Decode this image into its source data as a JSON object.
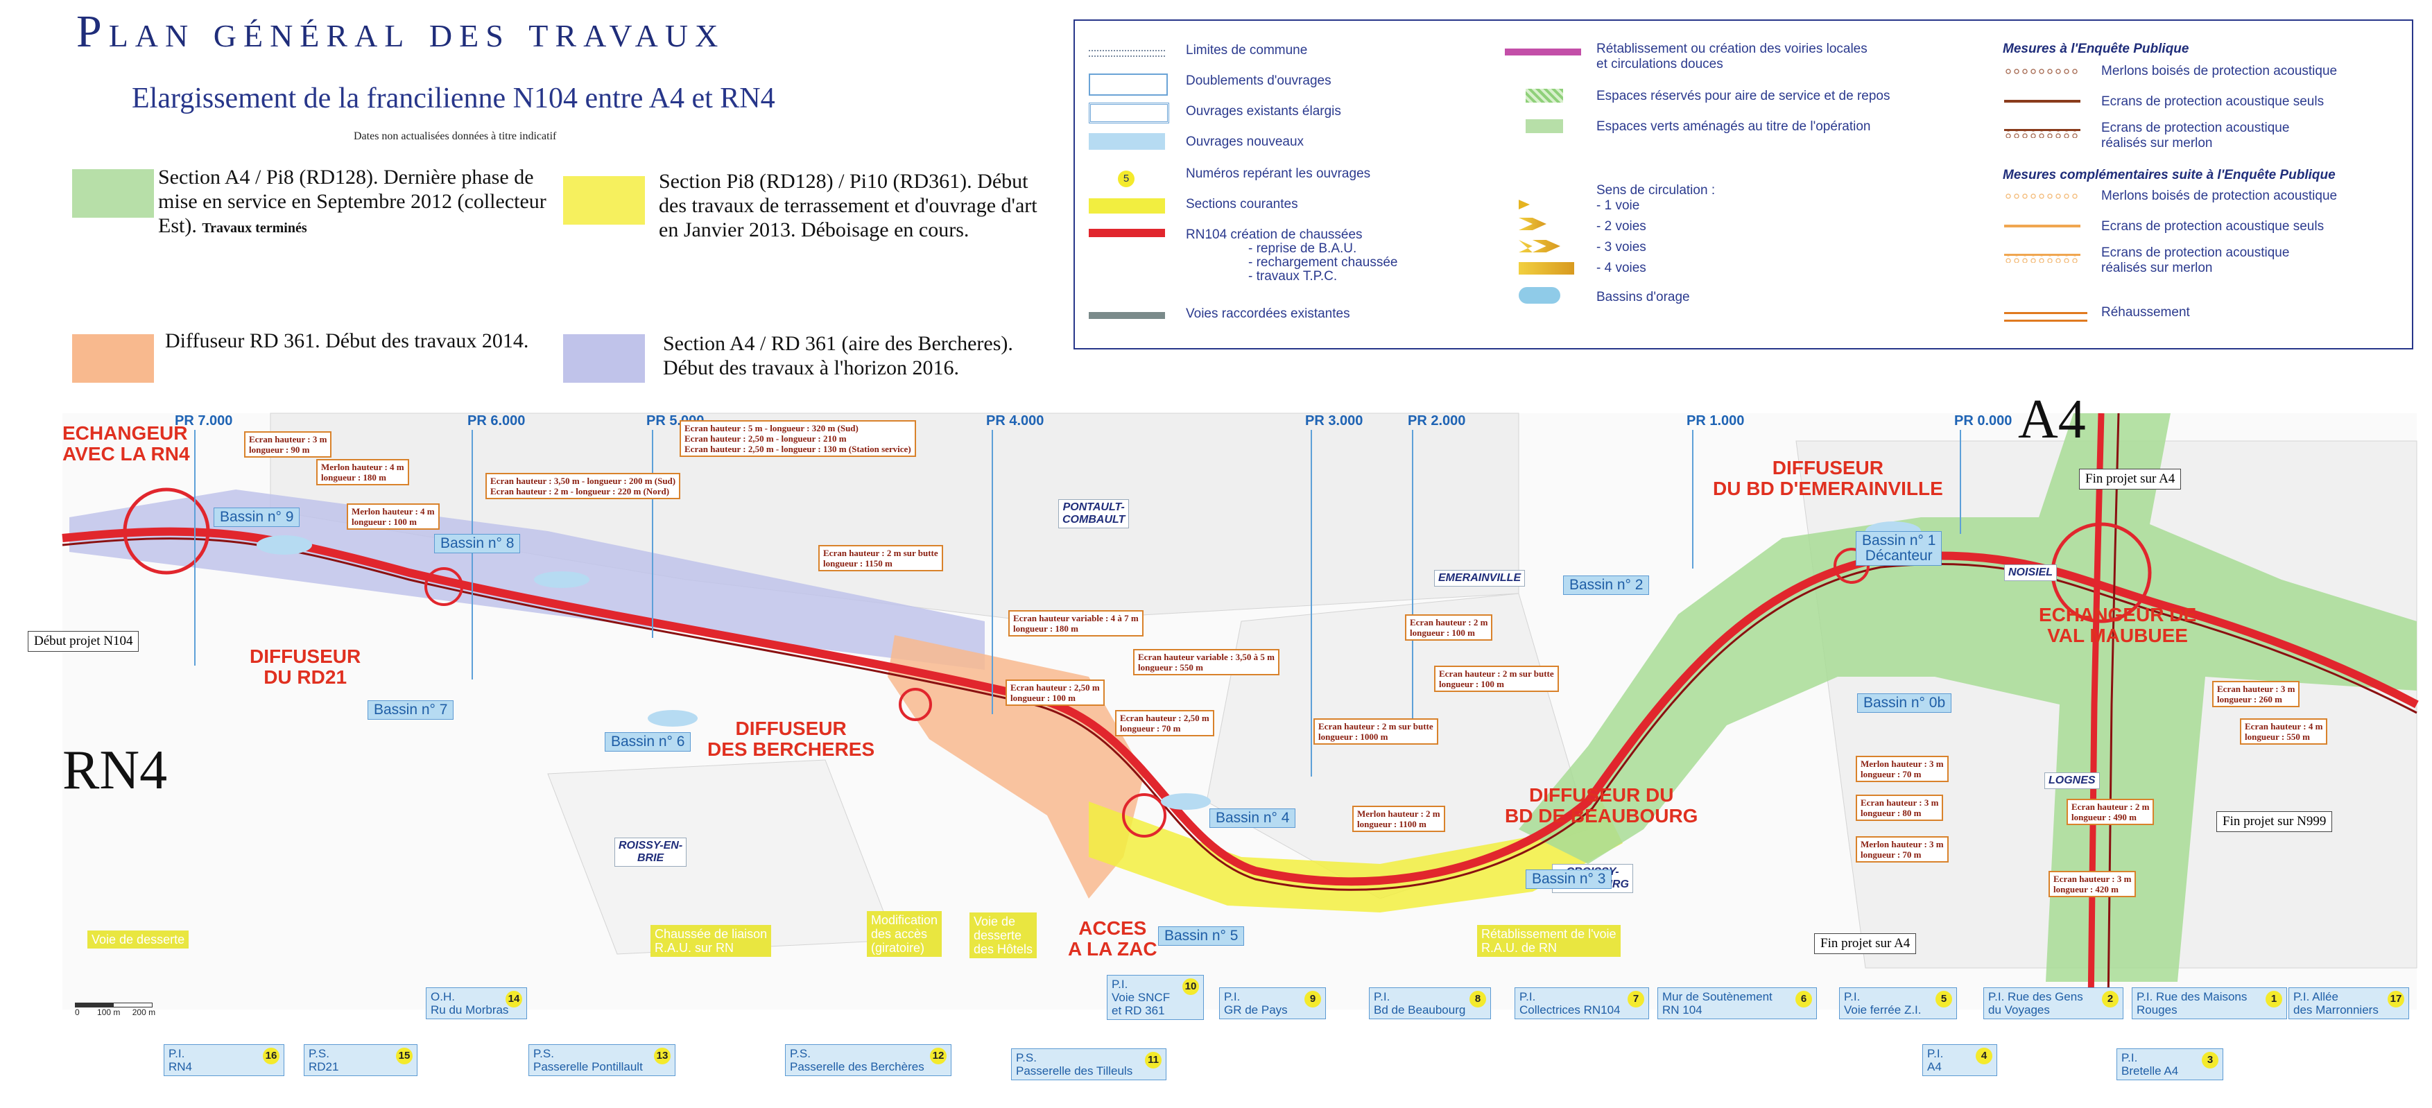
{
  "header": {
    "title": "Plan général des travaux",
    "subtitle": "Elargissement de la francilienne N104 entre A4 et RN4",
    "note": "Dates non actualisées données à titre indicatif"
  },
  "sections": [
    {
      "text": "Section A4 / Pi8 (RD128). Dernière phase de mise en service en Septembre 2012 (collecteur Est).",
      "bold": "Travaux terminés",
      "color": "#b7dfa8"
    },
    {
      "text": "Section Pi8 (RD128) / Pi10 (RD361). Début des travaux de terrassement et d'ouvrage d'art en Janvier 2013. Déboisage en cours.",
      "bold": "",
      "color": "#f6f05e"
    },
    {
      "text": "Diffuseur RD 361. Début des travaux 2014.",
      "bold": "",
      "color": "#f8b98e"
    },
    {
      "text": "Section A4 / RD 361 (aire des Bercheres). Début des travaux à l'horizon 2016.",
      "bold": "",
      "color": "#c0c3ea"
    }
  ],
  "legend": {
    "col1": [
      "Limites de commune",
      "Doublements d'ouvrages",
      "Ouvrages existants élargis",
      "Ouvrages nouveaux",
      "Numéros repérant les ouvrages",
      "Sections courantes",
      "RN104 création de chaussées",
      "- reprise de B.A.U.",
      "- rechargement chaussée",
      "- travaux T.P.C.",
      "Voies raccordées existantes"
    ],
    "col1_badge": "5",
    "col2": [
      "Rétablissement ou création des voiries locales",
      "et circulations douces",
      "Espaces réservés pour aire de service et de repos",
      "Espaces verts aménagés au titre de l'opération",
      "Sens de circulation :",
      "- 1 voie",
      "- 2 voies",
      "- 3 voies",
      "- 4 voies",
      "Bassins d'orage"
    ],
    "col3_head1": "Mesures à l'Enquête Publique",
    "col3_head2": "Mesures complémentaires suite à l'Enquête Publique",
    "col3": [
      "Merlons boisés de protection acoustique",
      "Ecrans de protection acoustique seuls",
      "Ecrans de protection acoustique",
      "réalisés sur merlon",
      "Merlons boisés de protection acoustique",
      "Ecrans de protection acoustique seuls",
      "Ecrans de protection acoustique",
      "réalisés sur merlon",
      "Réhaussement"
    ],
    "colors": {
      "road": "#e1262d",
      "green": "#9fd88a",
      "yellow": "#f2ee40",
      "orange": "#f8a66e",
      "purple": "#b9bde8",
      "water": "#b6dbf2",
      "magenta": "#c34fa8",
      "brown": "#8a3c1c",
      "light_orange": "#f0a650"
    }
  },
  "map": {
    "pr": [
      "PR 7.000",
      "PR 6.000",
      "PR 5.000",
      "PR 4.000",
      "PR 3.000",
      "PR 2.000",
      "PR 1.000",
      "PR 0.000"
    ],
    "big_labels": {
      "rn4": "RN4",
      "a4": "A4"
    },
    "red_labels": [
      "ECHANGEUR\nAVEC LA RN4",
      "DIFFUSEUR\nDU RD21",
      "DIFFUSEUR\nDES BERCHERES",
      "ACCES\nA LA ZAC",
      "DIFFUSEUR DU\nBD DE BEAUBOURG",
      "DIFFUSEUR\nDU BD D'EMERAINVILLE",
      "ECHANGEUR DE\nVAL MAUBUEE"
    ],
    "cities": [
      "PONTAULT-\nCOMBAULT",
      "EMERAINVILLE",
      "ROISSY-EN-\nBRIE",
      "CROISSY-\nBEAUBOURG",
      "NOISIEL",
      "LOGNES"
    ],
    "bassins": [
      "Bassin n° 9",
      "Bassin n° 8",
      "Bassin n° 7",
      "Bassin n° 6",
      "Bassin n° 4",
      "Bassin n° 5",
      "Bassin n° 3",
      "Bassin n° 2",
      "Bassin n° 1\nDécanteur",
      "Bassin n° 0b"
    ],
    "ecrans": [
      [
        "Ecran hauteur : 3 m",
        "longueur : 90 m"
      ],
      [
        "Merlon hauteur : 4 m",
        "longueur : 180 m"
      ],
      [
        "Merlon hauteur : 4 m",
        "longueur : 100 m"
      ],
      [
        "Ecran hauteur : 3,50 m - longueur : 200 m (Sud)",
        "Ecran hauteur : 2 m - longueur : 220 m (Nord)"
      ],
      [
        "Ecran hauteur : 5 m - longueur : 320 m (Sud)",
        "Ecran hauteur : 2,50 m - longueur : 210 m",
        "Ecran hauteur : 2,50 m - longueur : 130 m (Station service)"
      ],
      [
        "Ecran hauteur : 2 m sur butte",
        "longueur : 1150 m"
      ],
      [
        "Ecran hauteur variable : 4 à 7 m",
        "longueur : 180 m"
      ],
      [
        "Ecran hauteur variable : 3,50 à 5 m",
        "longueur : 550 m"
      ],
      [
        "Ecran hauteur : 2,50 m",
        "longueur : 100 m"
      ],
      [
        "Ecran hauteur : 2,50 m",
        "longueur : 70 m"
      ],
      [
        "Ecran hauteur : 2 m sur butte",
        "longueur : 1000 m"
      ],
      [
        "Merlon hauteur : 2 m",
        "longueur : 1100 m"
      ],
      [
        "Ecran hauteur : 2 m",
        "longueur : 100 m"
      ],
      [
        "Ecran hauteur : 2 m sur butte",
        "longueur : 100 m"
      ],
      [
        "Merlon hauteur : 3 m",
        "longueur : 70 m"
      ],
      [
        "Ecran hauteur : 3 m",
        "longueur : 80 m"
      ],
      [
        "Merlon hauteur : 3 m",
        "longueur : 70 m"
      ],
      [
        "Ecran hauteur : 2 m",
        "longueur : 490 m"
      ],
      [
        "Ecran hauteur : 3 m",
        "longueur : 420 m"
      ],
      [
        "Ecran hauteur : 3 m",
        "longueur : 260 m"
      ],
      [
        "Ecran hauteur : 4 m",
        "longueur : 550 m"
      ]
    ],
    "fins": [
      "Début projet N104",
      "Fin projet sur A4",
      "Fin projet sur N999",
      "Fin projet sur A4"
    ],
    "yellow_boxes": [
      "Voie de desserte",
      "Chaussée de liaison\nR.A.U. sur RN",
      "Modification\ndes accès\n(giratoire)",
      "Voie de\ndesserte\ndes Hôtels",
      "Rétablissement de l'voie\nR.A.U. de RN"
    ],
    "pis": [
      {
        "t": "O.H.\nRu du Morbras",
        "n": "14"
      },
      {
        "t": "P.I.\nVoie SNCF\net RD 361",
        "n": "10"
      },
      {
        "t": "P.I.\nGR de Pays",
        "n": "9"
      },
      {
        "t": "P.I.\nBd de Beaubourg",
        "n": "8"
      },
      {
        "t": "P.I.\nCollectrices RN104",
        "n": "7"
      },
      {
        "t": "Mur de Soutènement\nRN 104",
        "n": "6"
      },
      {
        "t": "P.I.\nVoie ferrée Z.I.",
        "n": "5"
      },
      {
        "t": "P.I. Rue des Gens\ndu Voyages",
        "n": "2"
      },
      {
        "t": "P.I. Rue des Maisons\nRouges",
        "n": "1"
      },
      {
        "t": "P.I. Allée\ndes Marronniers",
        "n": "17"
      },
      {
        "t": "P.I.\nRN4",
        "n": "16"
      },
      {
        "t": "P.S.\nRD21",
        "n": "15"
      },
      {
        "t": "P.S.\nPasserelle Pontillault",
        "n": "13"
      },
      {
        "t": "P.S.\nPasserelle des Berchères",
        "n": "12"
      },
      {
        "t": "P.S.\nPasserelle des Tilleuls",
        "n": "11"
      },
      {
        "t": "P.I.\nA4",
        "n": "4"
      },
      {
        "t": "P.I.\nBretelle A4",
        "n": "3"
      }
    ],
    "scale": [
      "0",
      "100 m",
      "200 m"
    ]
  }
}
